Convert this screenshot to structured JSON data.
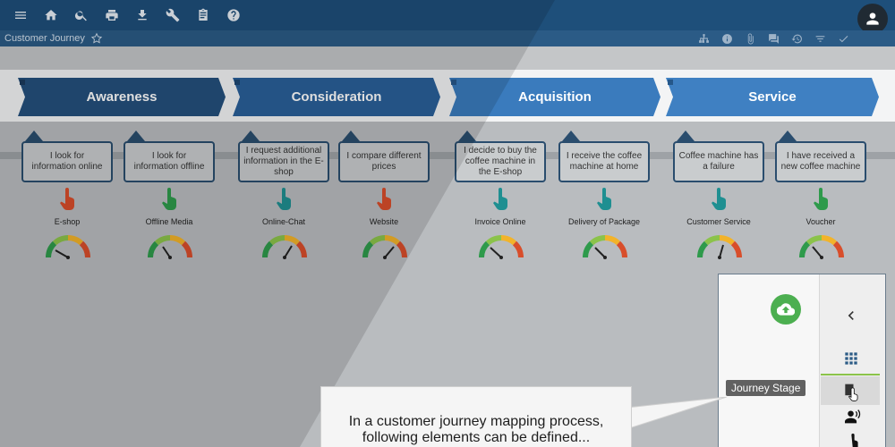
{
  "toolbar": {
    "icons": [
      "menu-icon",
      "home-icon",
      "search-icon",
      "print-icon",
      "download-icon",
      "wrench-icon",
      "clipboard-icon",
      "help-icon"
    ],
    "user_icon": "account-icon"
  },
  "breadcrumb": {
    "title": "Customer Journey"
  },
  "stages": [
    {
      "label": "Awareness"
    },
    {
      "label": "Consideration"
    },
    {
      "label": "Acquisition"
    },
    {
      "label": "Service"
    }
  ],
  "touchpoints": [
    {
      "note": "I look for information online",
      "label": "E-shop",
      "hand_color": "#d84e2b"
    },
    {
      "note": "I look for information offline",
      "label": "Offline Media",
      "hand_color": "#2e9a4b"
    },
    {
      "note": "I request additional information in the E-shop",
      "label": "Online-Chat",
      "hand_color": "#1f8f91"
    },
    {
      "note": "I compare different prices",
      "label": "Website",
      "hand_color": "#d84e2b"
    },
    {
      "note": "I decide to buy the coffee machine in the E-shop",
      "label": "Invoice Online",
      "hand_color": "#1f8f91"
    },
    {
      "note": "I receive the coffee machine at home",
      "label": "Delivery of Package",
      "hand_color": "#1f8f91"
    },
    {
      "note": "Coffee machine has a failure",
      "label": "Customer Service",
      "hand_color": "#1f8f91"
    },
    {
      "note": "I have received a new coffee machine",
      "label": "Voucher",
      "hand_color": "#2e9a4b"
    }
  ],
  "panel": {
    "tooltip": "Journey Stage"
  },
  "caption": {
    "line1": "In a customer journey mapping process,",
    "line2": "following elements can be defined..."
  },
  "colors": {
    "toolbar": "#1e4f7a",
    "stage_dark": "#24507d",
    "stage_light": "#3f7fc0",
    "upload": "#4caf50"
  }
}
